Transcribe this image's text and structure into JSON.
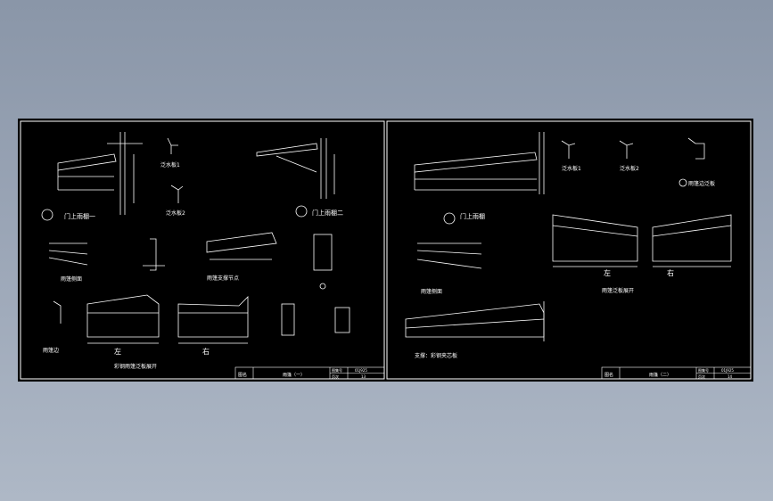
{
  "sheet_left": {
    "title_block": {
      "label": "图名",
      "name": "雨篷（一）",
      "code_label": "图集号",
      "code": "01J925",
      "page_label": "页次",
      "page": "13"
    },
    "captions": {
      "detail1": "门上雨棚一",
      "detail2": "门上雨棚二",
      "flashing1": "泛水板1",
      "flashing2": "泛水板2",
      "canopy_side": "雨篷侧面",
      "support": "雨篷支撑节点",
      "edge": "雨篷边",
      "expand": "彩钢雨篷泛板展开",
      "left": "左",
      "right": "右"
    }
  },
  "sheet_right": {
    "title_block": {
      "label": "图名",
      "name": "雨篷（二）",
      "code_label": "图集号",
      "code": "01J925",
      "page_label": "页次",
      "page": "14"
    },
    "captions": {
      "detail1": "门上雨棚",
      "flashing1": "泛水板1",
      "flashing2": "泛水板2",
      "edge_flashing": "雨篷边泛板",
      "canopy_side": "雨篷侧面",
      "expand": "雨篷泛板展开",
      "support_note": "支撑：彩钢夹芯板",
      "left": "左",
      "right": "右"
    }
  },
  "colors": {
    "background": "#000000",
    "lines": "#ffffff",
    "frame": "#ffffff"
  }
}
